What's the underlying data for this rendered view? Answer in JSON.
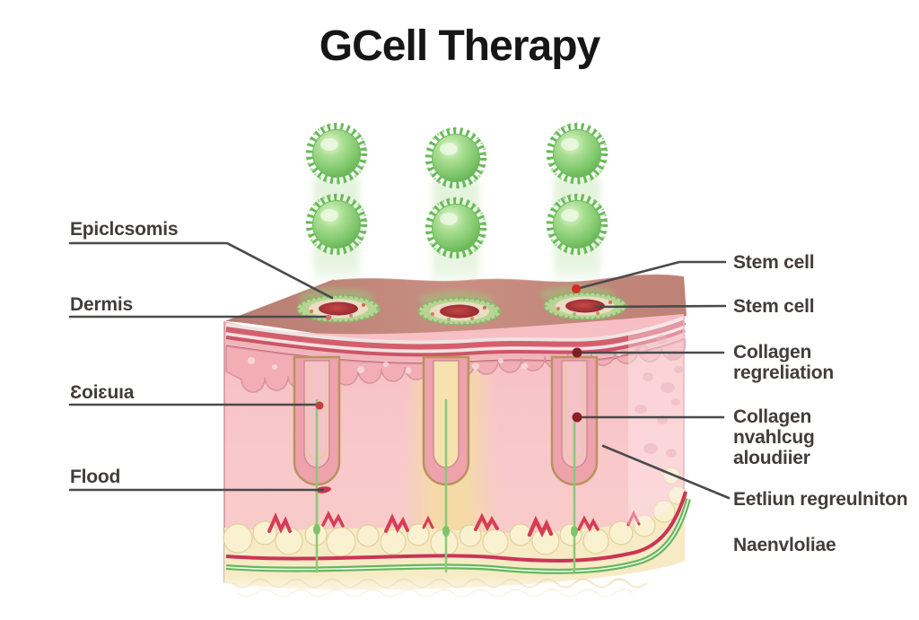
{
  "title": "GCell Therapy",
  "labels": {
    "left": [
      {
        "text": "Epiclcsomis"
      },
      {
        "text": "Dermis"
      },
      {
        "text": "Ɛoiɛuıa"
      },
      {
        "text": "Flood"
      }
    ],
    "right": [
      {
        "line1": "Stem cell"
      },
      {
        "line1": "Stem cell"
      },
      {
        "line1": "Collagen",
        "line2": "regreliation"
      },
      {
        "line1": "Collagen",
        "line2": "nvahlcug",
        "line3": "aloudiier"
      },
      {
        "line1": "Eetliun regreulniton"
      },
      {
        "line1": "Naenvloliae"
      }
    ]
  },
  "colors": {
    "title_text": "#161616",
    "label_text": "#423d3b",
    "leader_line": "#4a4a4a",
    "cell_green": "#7cc569",
    "cell_green_light": "#ddf4cf",
    "skin_top_rose": "#c28579",
    "dermis_pink": "#f8c6ca",
    "projection_pink": "#f2aeb4",
    "fat_cream": "#f6ebc4",
    "vessel_red": "#d63c55",
    "band_crimson": "#cb3457",
    "band_green": "#66b65f",
    "follicle_tan": "#b5925a",
    "pore_ring_green": "#b7d494",
    "pore_center_red": "#8e2430",
    "marker_red": "#d02f26",
    "marker_maroon": "#7e2023"
  }
}
